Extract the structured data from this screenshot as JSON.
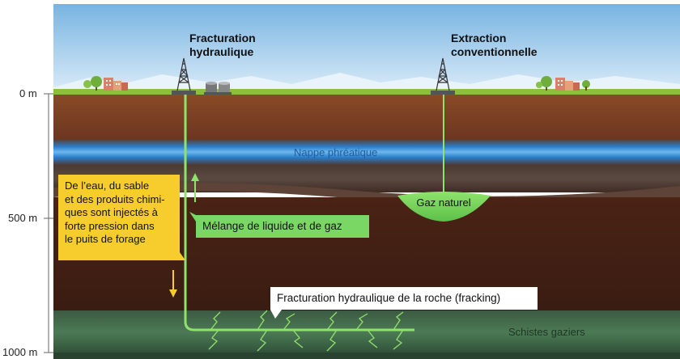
{
  "labels": {
    "rig_fracking": [
      "Fracturation",
      "hydraulique"
    ],
    "rig_conventional": [
      "Extraction",
      "conventionnelle"
    ],
    "aquifer": "Nappe phréatique",
    "shale": "Schistes gaziers",
    "natural_gas": "Gaz naturel",
    "injection": [
      "De l’eau, du sable",
      "et des produits chimi-",
      "ques sont injectés à",
      "forte pression dans",
      "le puits de forage"
    ],
    "mixture": "Mélange de liquide et de gaz",
    "fracking_rock": "Fracturation hydraulique de la roche (fracking)"
  },
  "depth_axis": {
    "ticks": [
      {
        "label": "0 m",
        "value": 0
      },
      {
        "label": "500 m",
        "value": 500
      },
      {
        "label": "1000 m",
        "value": 1000
      }
    ]
  },
  "colors": {
    "sky_top": "#7cb7e3",
    "soil": "#7a3f22",
    "aquifer": "#2f86d0",
    "shale": "#3f6b48",
    "well": "#8fe36b",
    "callout_yellow": "#f6cd2c",
    "callout_green": "#7ad763"
  },
  "icons": [
    "drilling-rig-icon",
    "storage-tank-icon",
    "tree-icon",
    "building-icon",
    "arrow-up-icon",
    "arrow-down-icon",
    "fracture-icon"
  ]
}
